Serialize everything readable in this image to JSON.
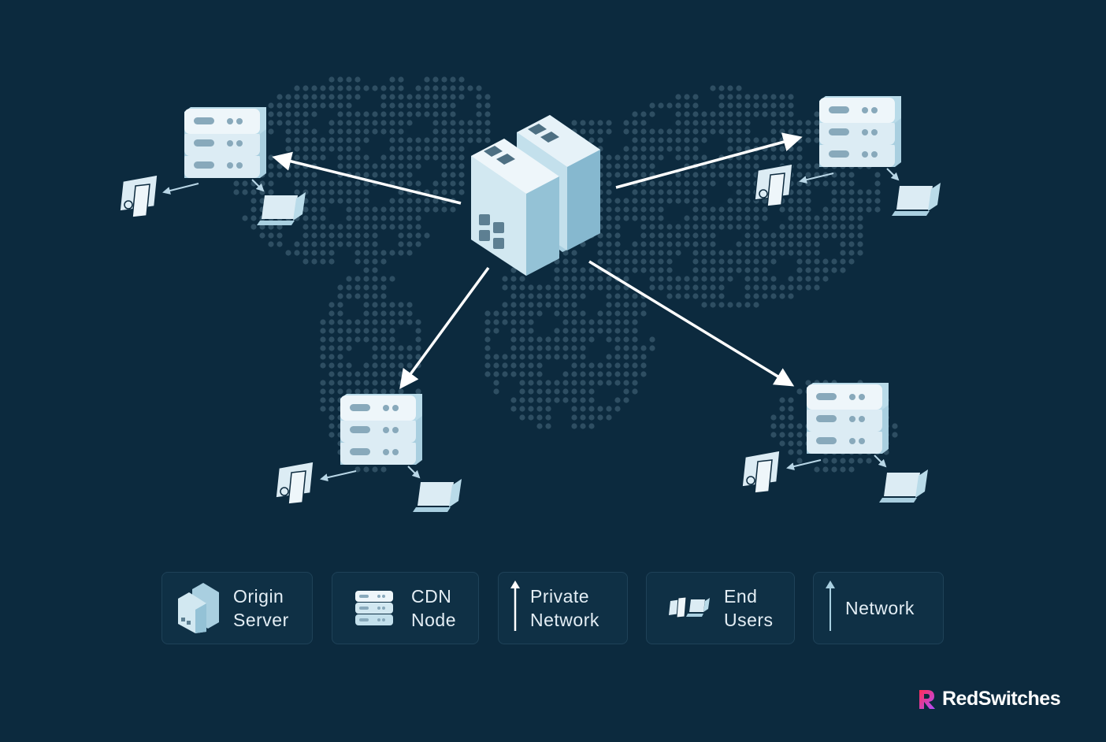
{
  "legend": {
    "origin_server": "Origin\nServer",
    "cdn_node": "CDN\nNode",
    "private_network": "Private\nNetwork",
    "end_users": "End\nUsers",
    "network": "Network"
  },
  "brand": {
    "name": "RedSwitches"
  },
  "colors": {
    "background": "#0c2a3e",
    "map_dots": "#2e4e62",
    "server": "#c9e3ef",
    "arrow": "#ffffff"
  }
}
